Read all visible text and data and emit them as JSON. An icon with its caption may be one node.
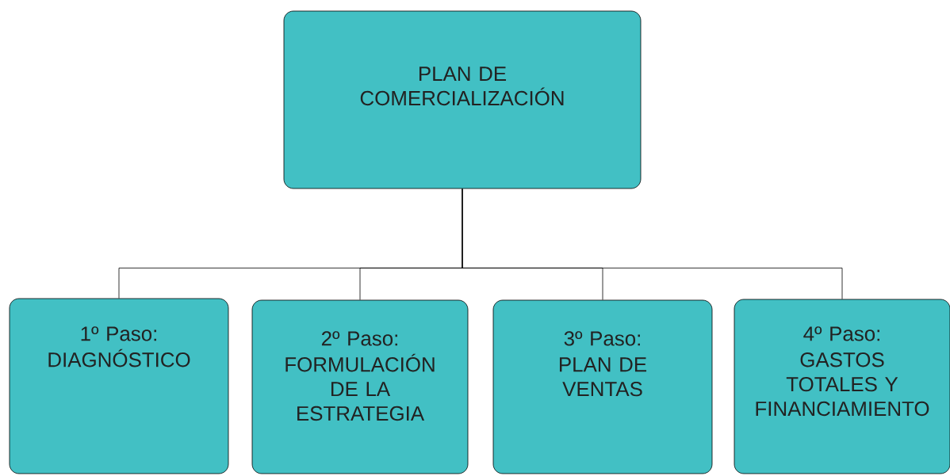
{
  "diagram": {
    "nodes": [
      {
        "text": [
          "PLAN DE COMERCIALIZACIÓN"
        ]
      },
      {
        "text": [
          "1º Paso:",
          "DIAGNÓSTICO"
        ]
      },
      {
        "text": [
          "2º Paso:",
          "FORMULACIÓN DE LA ESTRATEGIA"
        ]
      },
      {
        "text": [
          "3º Paso:",
          "PLAN DE VENTAS"
        ]
      },
      {
        "text": [
          "4º Paso:",
          "GASTOS TOTALES Y FINANCIAMIENTO"
        ]
      }
    ],
    "edges": [
      {
        "from": 0,
        "to": 1,
        "arrow": "none"
      },
      {
        "from": 0,
        "to": 2,
        "arrow": "none"
      },
      {
        "from": 0,
        "to": 3,
        "arrow": "none"
      },
      {
        "from": 0,
        "to": 4,
        "arrow": "none"
      }
    ]
  }
}
